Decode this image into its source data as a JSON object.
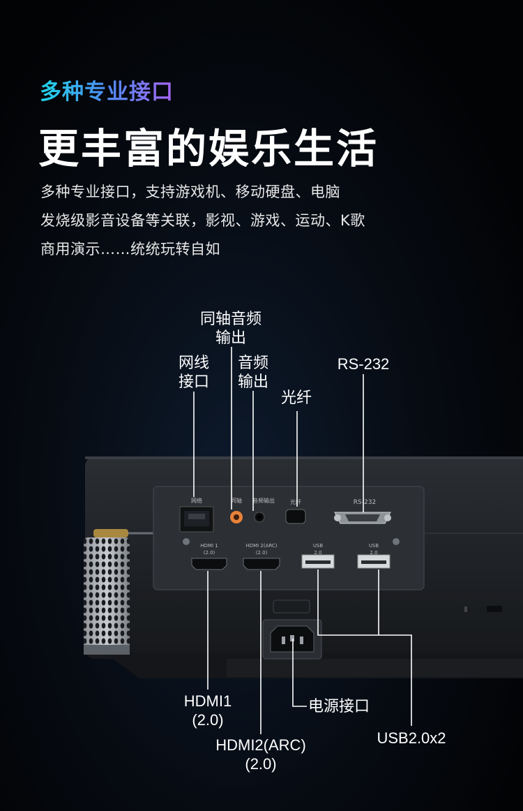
{
  "subtitle": "多种专业接口",
  "title": "更丰富的娱乐生活",
  "description": [
    "多种专业接口，支持游戏机、移动硬盘、电脑",
    "发烧级影音设备等关联，影视、游戏、运动、K歌",
    "商用演示……统统玩转自如"
  ],
  "callouts": {
    "coax": [
      "同轴音频",
      "输出"
    ],
    "network": [
      "网线",
      "接口"
    ],
    "audio": [
      "音频",
      "输出"
    ],
    "optical": "光纤",
    "rs232": "RS-232",
    "hdmi1": [
      "HDMI1",
      "(2.0)"
    ],
    "hdmi2": [
      "HDMI2(ARC)",
      "(2.0)"
    ],
    "power": "电源接口",
    "usb": "USB2.0x2"
  },
  "panel": {
    "network": "网络",
    "coax": "同轴",
    "audio": "音频输出",
    "optical": "光纤",
    "rs232": "RS-232",
    "hdmi1": [
      "HDMI 1",
      "(2.0)"
    ],
    "hdmi2": [
      "HDMI 2(ARC)",
      "(2.0)"
    ],
    "usb1": [
      "USB",
      "2.0"
    ],
    "usb2": [
      "USB",
      "2.0"
    ]
  },
  "colors": {
    "gradient_start": "#1fd6e6",
    "gradient_end": "#a565f2",
    "coax_port": "#e8823a"
  }
}
